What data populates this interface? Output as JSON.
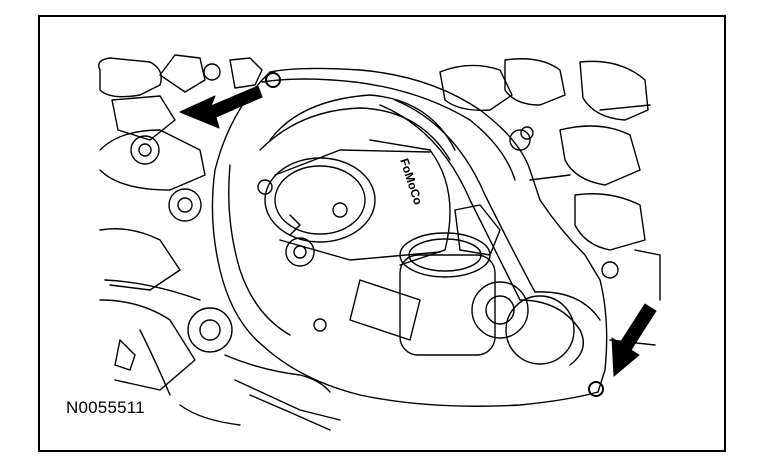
{
  "figure": {
    "id_label": "N0055511",
    "gear_marking": "FoMoCo"
  },
  "callouts": [
    {
      "name": "arrow-upper-left",
      "points_to": "front-cover-dowel-upper"
    },
    {
      "name": "arrow-lower-right",
      "points_to": "front-cover-dowel-lower"
    }
  ],
  "colors": {
    "line": "#000000",
    "background": "#ffffff"
  }
}
